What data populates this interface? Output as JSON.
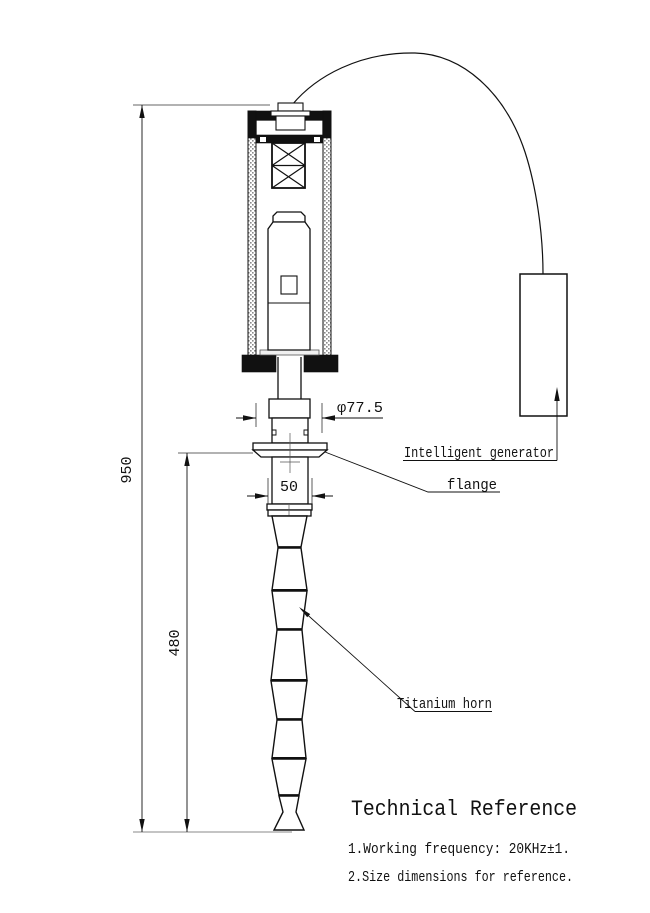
{
  "drawing": {
    "dimensions": {
      "overall_height": "950",
      "horn_length": "480",
      "flange_diameter": "φ77.5",
      "neck_diameter": "50"
    },
    "callouts": {
      "generator": "Intelligent generator",
      "flange": "flange",
      "horn": "Titanium horn"
    },
    "tech_reference": {
      "title": "Technical Reference",
      "notes": [
        "1.Working frequency: 20KHz±1.",
        "2.Size dimensions for reference."
      ]
    },
    "colors": {
      "line": "#111111",
      "background": "#ffffff"
    }
  }
}
